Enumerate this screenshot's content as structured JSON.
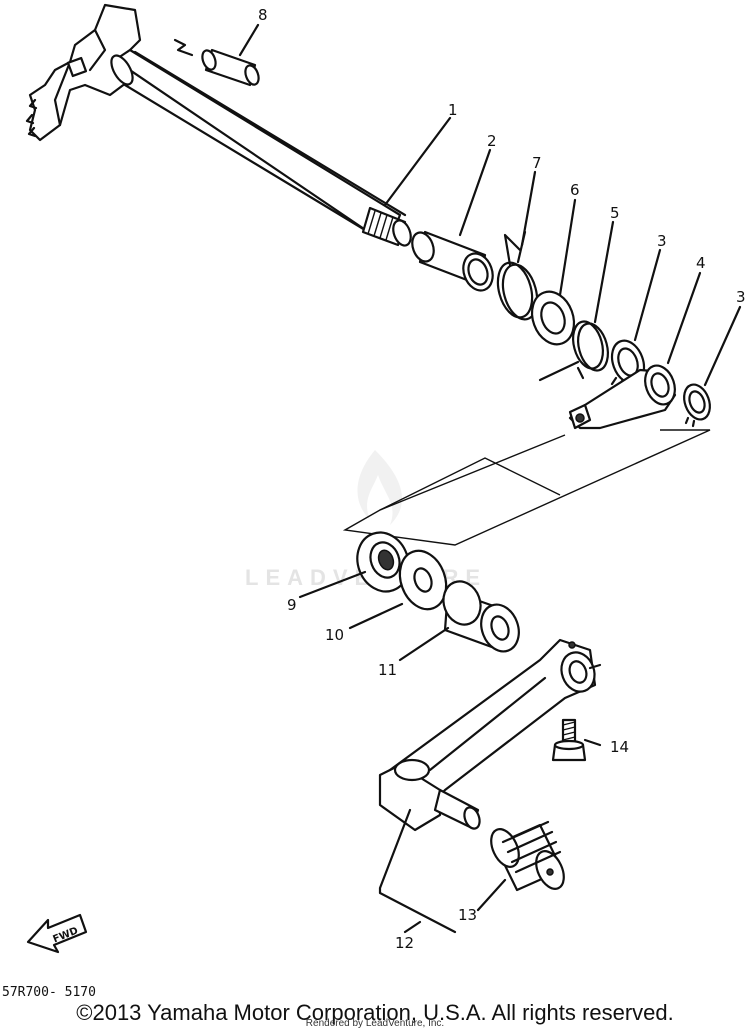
{
  "callouts": {
    "c1": "1",
    "c2": "2",
    "c3a": "3",
    "c3b": "3",
    "c4": "4",
    "c5": "5",
    "c6": "6",
    "c7": "7",
    "c8": "8",
    "c9": "9",
    "c10": "10",
    "c11": "11",
    "c12": "12",
    "c13": "13",
    "c14": "14"
  },
  "fwd_label": "FWD",
  "part_code": "57R700- 5170",
  "watermark": "LEADVENTURE",
  "copyright": "©2013 Yamaha Motor Corporation, U.S.A. All rights reserved.",
  "rendered_by": "Rendered by LeadVenture, Inc."
}
